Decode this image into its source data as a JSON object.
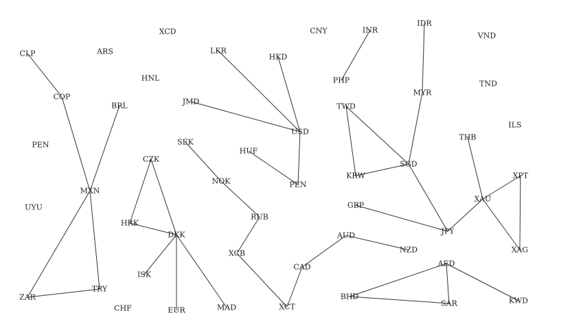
{
  "nodes": [
    {
      "id": "CLP"
    },
    {
      "id": "ARS"
    },
    {
      "id": "XCD"
    },
    {
      "id": "CNY"
    },
    {
      "id": "INR"
    },
    {
      "id": "IDR"
    },
    {
      "id": "VND"
    },
    {
      "id": "HNL"
    },
    {
      "id": "LKR"
    },
    {
      "id": "HKD"
    },
    {
      "id": "PHP"
    },
    {
      "id": "TND"
    },
    {
      "id": "COP"
    },
    {
      "id": "BRL"
    },
    {
      "id": "JMD"
    },
    {
      "id": "MYR"
    },
    {
      "id": "TWD"
    },
    {
      "id": "USD"
    },
    {
      "id": "ILS"
    },
    {
      "id": "PEN"
    },
    {
      "id": "SEK"
    },
    {
      "id": "THB"
    },
    {
      "id": "HUF"
    },
    {
      "id": "CZK"
    },
    {
      "id": "SGD"
    },
    {
      "id": "KRW"
    },
    {
      "id": "PEN"
    },
    {
      "id": "NOK"
    },
    {
      "id": "XPT"
    },
    {
      "id": "MXN"
    },
    {
      "id": "XAU"
    },
    {
      "id": "UYU"
    },
    {
      "id": "GBP"
    },
    {
      "id": "RUB"
    },
    {
      "id": "HRK"
    },
    {
      "id": "JPY"
    },
    {
      "id": "DKK"
    },
    {
      "id": "AUD"
    },
    {
      "id": "NZD"
    },
    {
      "id": "XAG"
    },
    {
      "id": "XCB"
    },
    {
      "id": "AED"
    },
    {
      "id": "CAD"
    },
    {
      "id": "ISK"
    },
    {
      "id": "TRY"
    },
    {
      "id": "ZAR"
    },
    {
      "id": "BHD"
    },
    {
      "id": "KWD"
    },
    {
      "id": "SAR"
    },
    {
      "id": "CHF"
    },
    {
      "id": "EUR"
    },
    {
      "id": "MAD"
    },
    {
      "id": "XCT"
    }
  ],
  "edges": [
    [
      "CLP",
      "COP"
    ],
    [
      "COP",
      "MXN"
    ],
    [
      "BRL",
      "MXN"
    ],
    [
      "MXN",
      "ZAR"
    ],
    [
      "MXN",
      "TRY"
    ],
    [
      "ZAR",
      "TRY"
    ],
    [
      "LKR",
      "USD"
    ],
    [
      "HKD",
      "USD"
    ],
    [
      "JMD",
      "USD"
    ],
    [
      "USD",
      "PEN_2"
    ],
    [
      "HUF",
      "PEN_2"
    ],
    [
      "INR",
      "PHP"
    ],
    [
      "IDR",
      "MYR"
    ],
    [
      "MYR",
      "SGD"
    ],
    [
      "TWD",
      "SGD"
    ],
    [
      "TWD",
      "KRW"
    ],
    [
      "KRW",
      "SGD"
    ],
    [
      "SGD",
      "JPY"
    ],
    [
      "GBP",
      "JPY"
    ],
    [
      "JPY",
      "XAU"
    ],
    [
      "THB",
      "XAU"
    ],
    [
      "XAU",
      "XPT"
    ],
    [
      "XAU",
      "XAG"
    ],
    [
      "XPT",
      "XAG"
    ],
    [
      "CZK",
      "HRK"
    ],
    [
      "CZK",
      "DKK"
    ],
    [
      "HRK",
      "DKK"
    ],
    [
      "DKK",
      "ISK"
    ],
    [
      "DKK",
      "EUR"
    ],
    [
      "DKK",
      "MAD"
    ],
    [
      "SEK",
      "NOK"
    ],
    [
      "NOK",
      "RUB"
    ],
    [
      "RUB",
      "XCB"
    ],
    [
      "XCB",
      "XCT"
    ],
    [
      "XCT",
      "CAD"
    ],
    [
      "CAD",
      "AUD"
    ],
    [
      "AUD",
      "NZD"
    ],
    [
      "AED",
      "BHD"
    ],
    [
      "AED",
      "SAR"
    ],
    [
      "AED",
      "KWD"
    ],
    [
      "BHD",
      "SAR"
    ]
  ]
}
